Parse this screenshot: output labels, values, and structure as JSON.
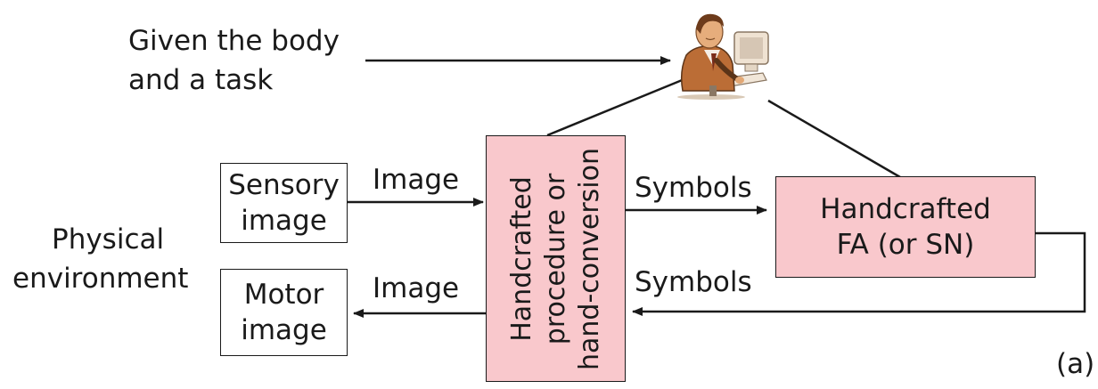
{
  "given": {
    "line1": "Given the body",
    "line2": "and a task"
  },
  "physical": {
    "line1": "Physical",
    "line2": "environment"
  },
  "sensory_box": {
    "line1": "Sensory",
    "line2": "image"
  },
  "motor_box": {
    "line1": "Motor",
    "line2": "image"
  },
  "handcrafted_box": {
    "line1": "Handcrafted",
    "line2": "procedure or",
    "line3": "hand-conversion"
  },
  "fa_box": {
    "line1": "Handcrafted",
    "line2": "FA (or SN)"
  },
  "edges": {
    "image_in": "Image",
    "image_out": "Image",
    "symbols_out": "Symbols",
    "symbols_in": "Symbols"
  },
  "figure_label": "(a)",
  "icons": {
    "designer": "person-at-computer-icon"
  },
  "colors": {
    "pink_fill": "#f9c8cc",
    "stroke": "#1a1a1a"
  }
}
